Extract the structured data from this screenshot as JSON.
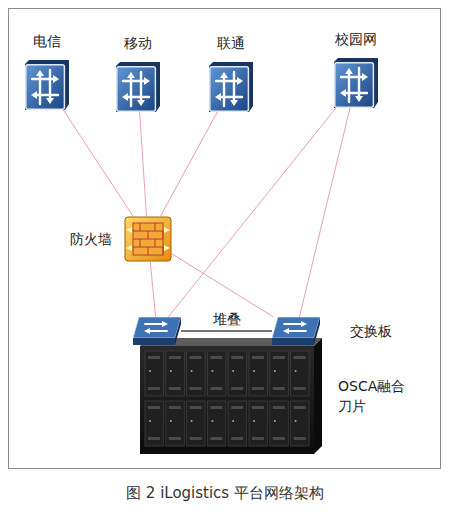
{
  "diagram": {
    "caption": "图 2 iLogistics 平台网络架构",
    "nodes": [
      {
        "text": [
          "电信"
        ]
      },
      {
        "text": [
          "移动"
        ]
      },
      {
        "text": [
          "联通"
        ]
      },
      {
        "text": [
          "校园网"
        ]
      },
      {
        "text": [
          "防火墙"
        ]
      },
      {
        "text": []
      },
      {
        "text": [
          "交换板"
        ]
      },
      {
        "text": [
          "OSCA融合 刀片"
        ]
      }
    ],
    "edges": [
      {
        "from": 0,
        "to": 4,
        "arrow": "none"
      },
      {
        "from": 1,
        "to": 4,
        "arrow": "none"
      },
      {
        "from": 2,
        "to": 4,
        "arrow": "none"
      },
      {
        "from": 3,
        "to": 5,
        "arrow": "none"
      },
      {
        "from": 3,
        "to": 6,
        "arrow": "none"
      },
      {
        "from": 4,
        "to": 5,
        "arrow": "none"
      },
      {
        "from": 4,
        "to": 6,
        "arrow": "none"
      },
      {
        "from": 5,
        "to": 6,
        "label": "堆叠",
        "arrow": "none"
      }
    ]
  }
}
